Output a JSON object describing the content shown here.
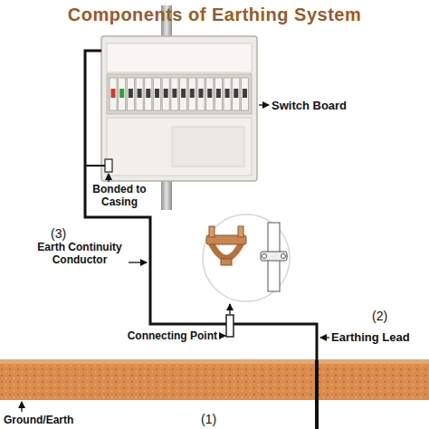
{
  "diagram": {
    "title": "Components of Earthing System",
    "labels": [
      "Switch Board",
      "Bonded to Casing",
      "(3)",
      "Earth Continuity Conductor",
      "Connecting Point",
      "(2)",
      "Earthing Lead",
      "Ground/Earth",
      "(1)"
    ]
  }
}
